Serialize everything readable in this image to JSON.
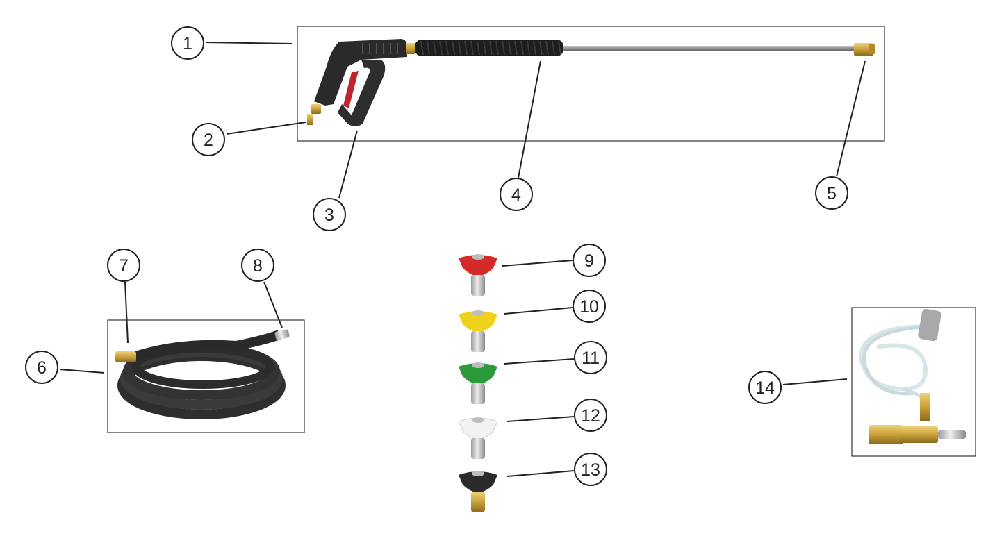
{
  "callouts": [
    {
      "id": "1",
      "label": "1"
    },
    {
      "id": "2",
      "label": "2"
    },
    {
      "id": "3",
      "label": "3"
    },
    {
      "id": "4",
      "label": "4"
    },
    {
      "id": "5",
      "label": "5"
    },
    {
      "id": "6",
      "label": "6"
    },
    {
      "id": "7",
      "label": "7"
    },
    {
      "id": "8",
      "label": "8"
    },
    {
      "id": "9",
      "label": "9"
    },
    {
      "id": "10",
      "label": "10"
    },
    {
      "id": "11",
      "label": "11"
    },
    {
      "id": "12",
      "label": "12"
    },
    {
      "id": "13",
      "label": "13"
    },
    {
      "id": "14",
      "label": "14"
    }
  ],
  "tip_colors": {
    "red": "#d42a2a",
    "yellow": "#f0d21c",
    "green": "#2a9a3a",
    "white": "#f2f2f2",
    "black": "#2b2b2b"
  },
  "brass": "#c9a13a",
  "hose": "#3a3a3a"
}
